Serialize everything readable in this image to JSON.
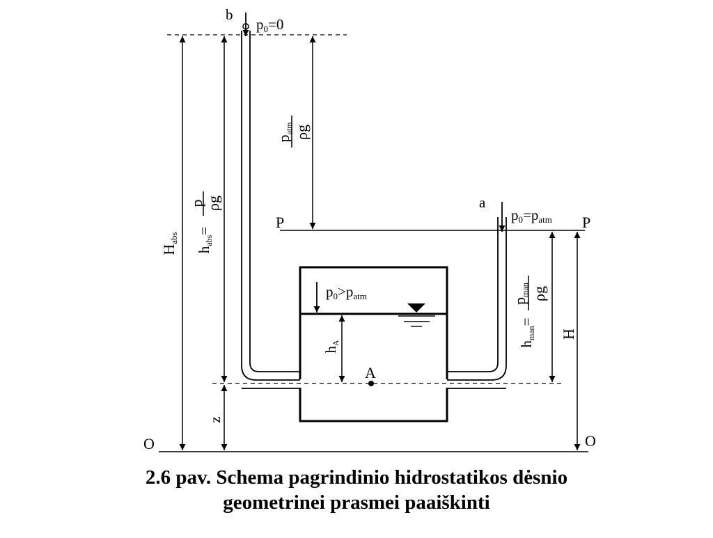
{
  "labels": {
    "b": "b",
    "a": "a",
    "p0_zero": "p",
    "p0_zero_sub": "0",
    "p0_zero_tail": "=0",
    "p0_atm": "p",
    "p0_atm_sub": "0",
    "p0_atm_eq": "=p",
    "p0_atm_sub2": "atm",
    "p0_gt": "p",
    "p0_gt_sub": "0",
    "p0_gt_op": ">p",
    "p0_gt_sub2": "atm",
    "plane_P_left": "P",
    "plane_P_right": "P",
    "plane_O_left": "O",
    "plane_O_right": "O",
    "point_A": "A",
    "H_abs": "H",
    "H_abs_sub": "abs",
    "h_abs": "h",
    "h_abs_sub": "abs",
    "h_abs_eq": "=",
    "h_abs_num": "p",
    "h_abs_den": "ρg",
    "p_atm_num": "p",
    "p_atm_num_sub": "atm",
    "p_atm_den": "ρg",
    "h_man": "h",
    "h_man_sub": "man",
    "h_man_eq": "=",
    "h_man_num": "p",
    "h_man_num_sub": "man",
    "h_man_den": "ρg",
    "H": "H",
    "h_A": "h",
    "h_A_sub": "A",
    "z": "z"
  },
  "caption": {
    "line1": "2.6 pav. Schema pagrindinio hidrostatikos dėsnio",
    "line2": "geometrinei prasmei paaiškinti"
  }
}
